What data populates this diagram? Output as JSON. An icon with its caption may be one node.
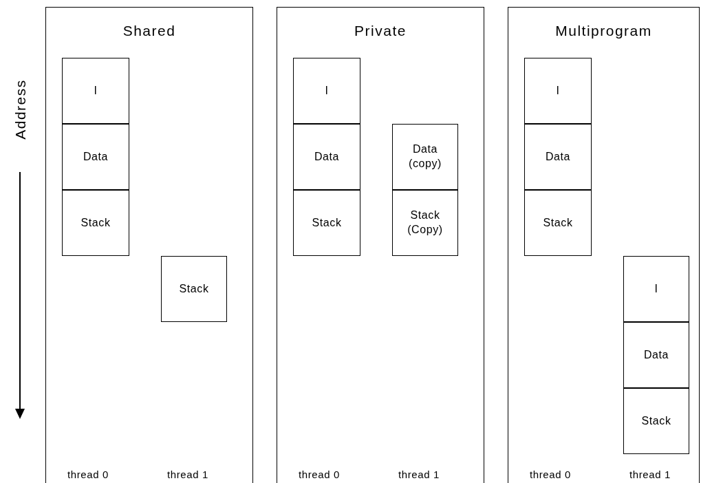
{
  "diagram": {
    "nodes": [
      {
        "text": [
          "Shared"
        ]
      },
      {
        "text": [
          "I"
        ],
        "in": 0
      },
      {
        "text": [
          "Data"
        ],
        "in": 0
      },
      {
        "text": [
          "Stack"
        ],
        "in": 0
      },
      {
        "text": [
          "Stack"
        ],
        "in": 0
      },
      {
        "text": [
          "Private"
        ]
      },
      {
        "text": [
          "I"
        ],
        "in": 5
      },
      {
        "text": [
          "Data"
        ],
        "in": 5
      },
      {
        "text": [
          "Stack"
        ],
        "in": 5
      },
      {
        "text": [
          "Data (copy)"
        ],
        "in": 5
      },
      {
        "text": [
          "Stack (Copy)"
        ],
        "in": 5
      },
      {
        "text": [
          "Multiprogram"
        ]
      },
      {
        "text": [
          "I"
        ],
        "in": 11
      },
      {
        "text": [
          "Data"
        ],
        "in": 11
      },
      {
        "text": [
          "Stack"
        ],
        "in": 11
      },
      {
        "text": [
          "I"
        ],
        "in": 11
      },
      {
        "text": [
          "Data"
        ],
        "in": 11
      },
      {
        "text": [
          "Stack"
        ],
        "in": 11
      }
    ],
    "edges": [],
    "labels": [
      "Address",
      "thread 0",
      "thread 1",
      "thread 0",
      "thread 1",
      "thread 0",
      "thread 1"
    ]
  }
}
